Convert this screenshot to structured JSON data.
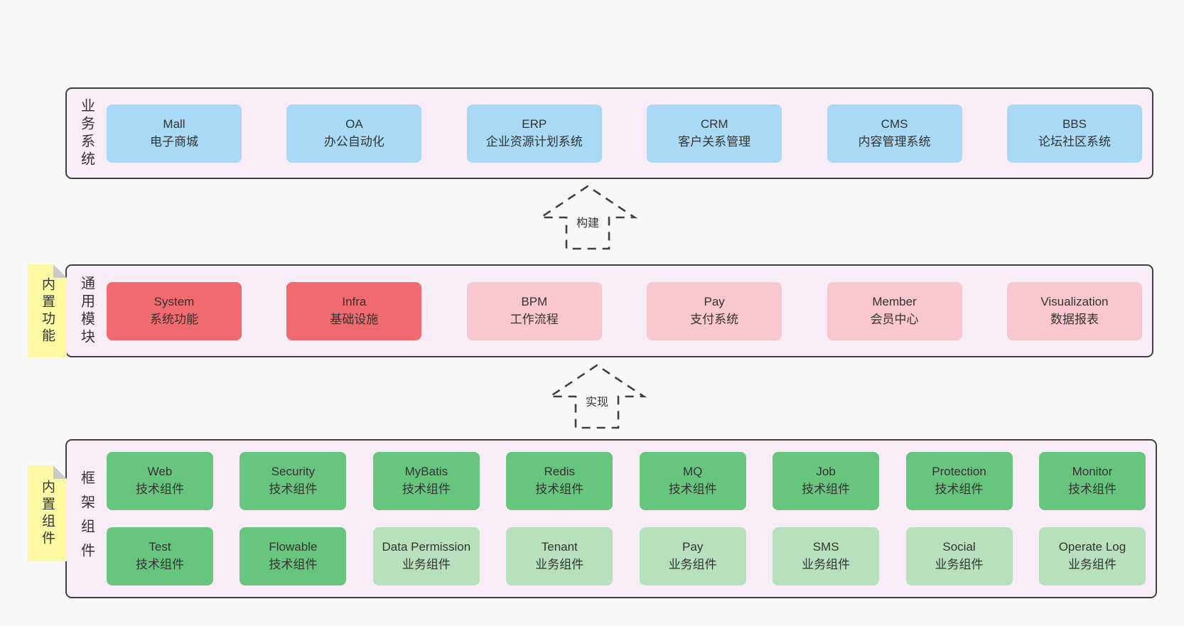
{
  "colors": {
    "page_bg": "#f8f8f8",
    "container_bg": "#f8edf6",
    "container_border": "#3f3f3f",
    "blue_box": "#a9d9f4",
    "red_box": "#ef6b6f",
    "pink_box": "#f9c7cf",
    "green_dark_box": "#68c57d",
    "green_light_box": "#b7e1bd",
    "note_bg": "#fbf9a3",
    "note_fold": "#c9c9c9",
    "text": "#333333"
  },
  "arrows": [
    {
      "label": "构建",
      "direction": "up"
    },
    {
      "label": "实现",
      "direction": "up"
    }
  ],
  "layers": [
    {
      "label": "业务系统",
      "boxes": [
        {
          "title": "Mall",
          "subtitle": "电子商城",
          "variant": "blue"
        },
        {
          "title": "OA",
          "subtitle": "办公自动化",
          "variant": "blue"
        },
        {
          "title": "ERP",
          "subtitle": "企业资源计划系统",
          "variant": "blue"
        },
        {
          "title": "CRM",
          "subtitle": "客户关系管理",
          "variant": "blue"
        },
        {
          "title": "CMS",
          "subtitle": "内容管理系统",
          "variant": "blue"
        },
        {
          "title": "BBS",
          "subtitle": "论坛社区系统",
          "variant": "blue"
        }
      ]
    },
    {
      "label": "通用模块",
      "note": "内置功能",
      "boxes": [
        {
          "title": "System",
          "subtitle": "系统功能",
          "variant": "red"
        },
        {
          "title": "Infra",
          "subtitle": "基础设施",
          "variant": "red"
        },
        {
          "title": "BPM",
          "subtitle": "工作流程",
          "variant": "pink"
        },
        {
          "title": "Pay",
          "subtitle": "支付系统",
          "variant": "pink"
        },
        {
          "title": "Member",
          "subtitle": "会员中心",
          "variant": "pink"
        },
        {
          "title": "Visualization",
          "subtitle": "数据报表",
          "variant": "pink"
        }
      ]
    },
    {
      "label": "框架组件",
      "note": "内置组件",
      "rows": [
        [
          {
            "title": "Web",
            "subtitle": "技术组件",
            "variant": "green-dark"
          },
          {
            "title": "Security",
            "subtitle": "技术组件",
            "variant": "green-dark"
          },
          {
            "title": "MyBatis",
            "subtitle": "技术组件",
            "variant": "green-dark"
          },
          {
            "title": "Redis",
            "subtitle": "技术组件",
            "variant": "green-dark"
          },
          {
            "title": "MQ",
            "subtitle": "技术组件",
            "variant": "green-dark"
          },
          {
            "title": "Job",
            "subtitle": "技术组件",
            "variant": "green-dark"
          },
          {
            "title": "Protection",
            "subtitle": "技术组件",
            "variant": "green-dark"
          },
          {
            "title": "Monitor",
            "subtitle": "技术组件",
            "variant": "green-dark"
          }
        ],
        [
          {
            "title": "Test",
            "subtitle": "技术组件",
            "variant": "green-dark"
          },
          {
            "title": "Flowable",
            "subtitle": "技术组件",
            "variant": "green-dark"
          },
          {
            "title": "Data Permission",
            "subtitle": "业务组件",
            "variant": "green-light"
          },
          {
            "title": "Tenant",
            "subtitle": "业务组件",
            "variant": "green-light"
          },
          {
            "title": "Pay",
            "subtitle": "业务组件",
            "variant": "green-light"
          },
          {
            "title": "SMS",
            "subtitle": "业务组件",
            "variant": "green-light"
          },
          {
            "title": "Social",
            "subtitle": "业务组件",
            "variant": "green-light"
          },
          {
            "title": "Operate Log",
            "subtitle": "业务组件",
            "variant": "green-light"
          }
        ]
      ]
    }
  ]
}
